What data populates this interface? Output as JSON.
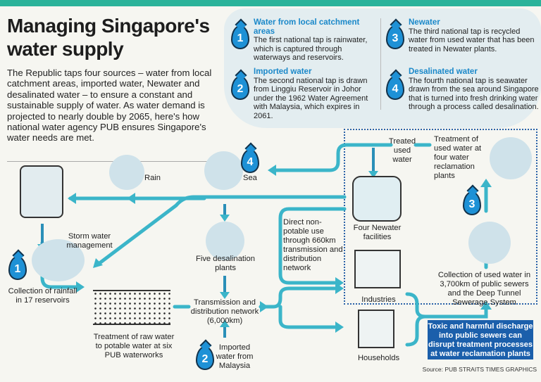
{
  "title": [
    "Managing Singapore's",
    "water supply"
  ],
  "intro": "The Republic taps four sources – water from local catchment areas, imported water, Newater and desalinated water – to ensure a constant and sustainable supply of water. As water demand is projected to nearly double by 2065, here's how national water agency PUB ensures Singapore's water needs are met.",
  "legend": [
    {
      "num": "1",
      "heading": "Water from local catchment areas",
      "text": "The first national tap is rainwater, which is captured through waterways and reservoirs."
    },
    {
      "num": "2",
      "heading": "Imported water",
      "text": "The second national tap is drawn from Linggiu Reservoir in Johor under the 1962 Water Agreement with Malaysia, which expires in 2061."
    },
    {
      "num": "3",
      "heading": "Newater",
      "text": "The third national tap is recycled water from used water that has been treated in Newater plants."
    },
    {
      "num": "4",
      "heading": "Desalinated water",
      "text": "The fourth national tap is seawater drawn from the sea around Singapore that is turned into fresh drinking water through a process called desalination."
    }
  ],
  "diagram": {
    "storm": "Storm water management",
    "rain": "Rain",
    "sea": "Sea",
    "reservoirs": "Collection of rainfall in 17 reservoirs",
    "treatment": "Treatment of raw water to potable water at six PUB waterworks",
    "desal": "Five desalination plants",
    "network": "Transmission and distribution network (6,000km)",
    "imported": "Imported water from Malaysia",
    "treated": "Treated used water",
    "reclamation": "Treatment of used water at four water reclamation plants",
    "newater": "Four Newater facilities",
    "direct": "Direct non-potable use through 660km transmission and distribution network",
    "industries": "Industries",
    "households": "Households",
    "collection": "Collection of used water in 3,700km of public sewers and the Deep Tunnel Sewerage System",
    "toxic": "Toxic and harmful discharge into public sewers can disrupt treatment processes at water reclamation plants"
  },
  "source": "Source: PUB   STRAITS TIMES GRAPHICS",
  "colors": {
    "flow": "#3bb5c9",
    "accent": "#1e91d6",
    "toxic": "#1b5fab"
  }
}
